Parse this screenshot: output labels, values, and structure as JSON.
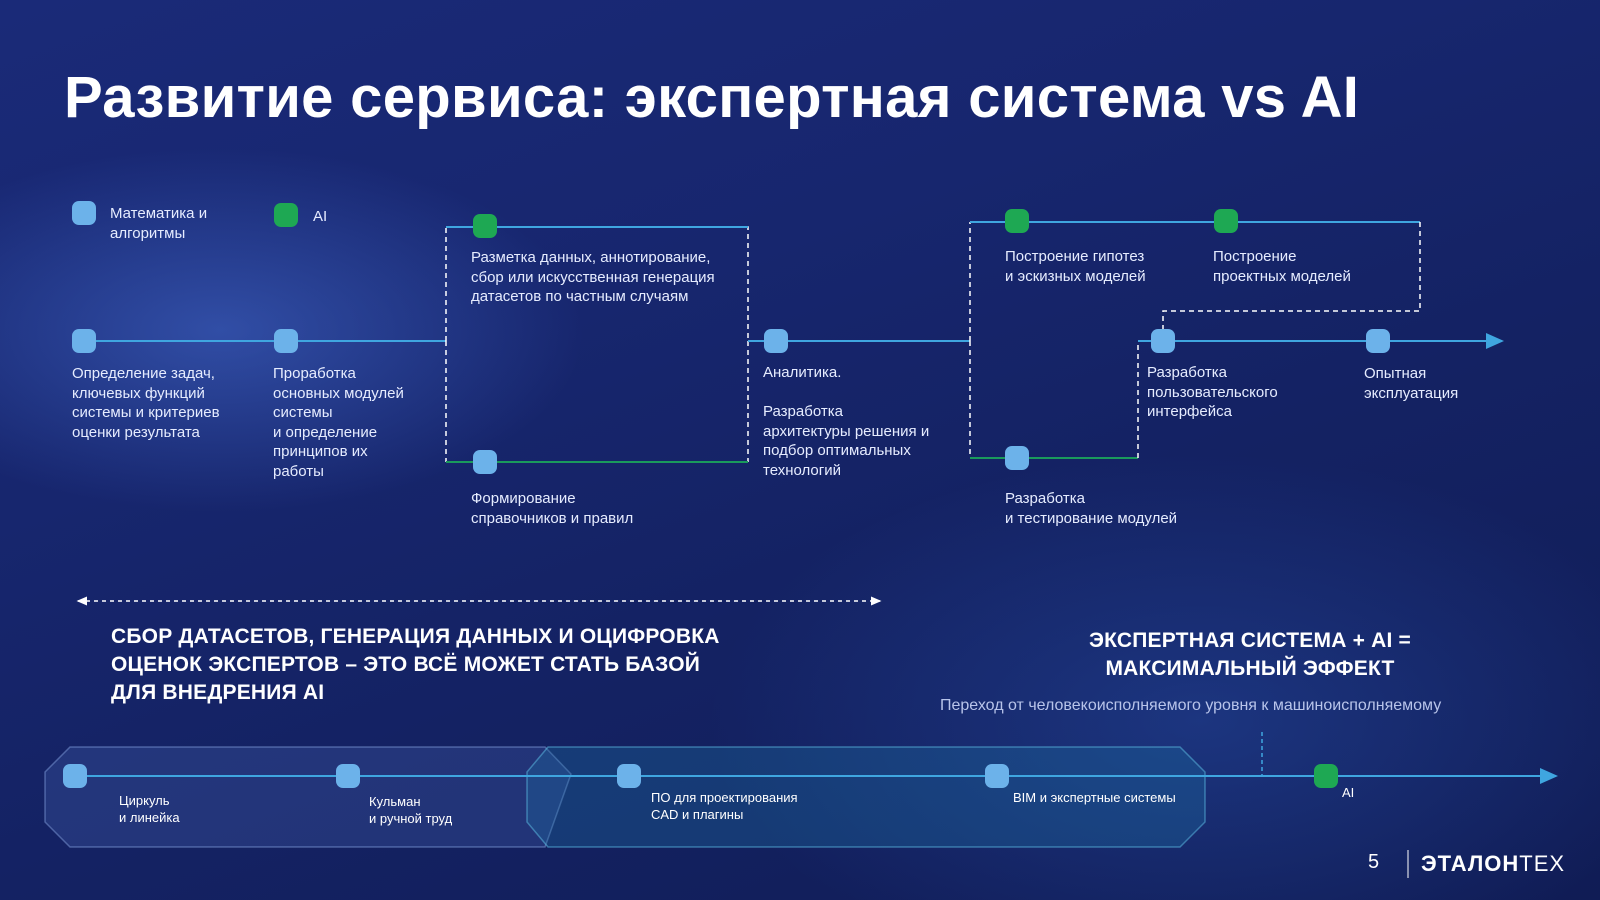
{
  "slide": {
    "title": "Развитие сервиса: экспертная система vs AI",
    "page_number": "5",
    "brand": {
      "bold": "ЭТАЛОН",
      "light": "ТЕХ"
    }
  },
  "legend": {
    "math": "Математика и\nалгоритмы",
    "ai": "AI"
  },
  "process": {
    "step_tasks": "Определение задач,\nключевых функций\nсистемы и критериев\nоценки результата",
    "step_modules": "Проработка\nосновных модулей\nсистемы\nи определение\nпринципов их\nработы",
    "step_markup": "Разметка данных, аннотирование,\nсбор или искусственная генерация\nдатасетов по частным случаям",
    "step_reference": "Формирование\nсправочников и правил",
    "step_analytics": "Аналитика.\n\nРазработка\nархитектуры решения и\nподбор оптимальных\nтехнологий",
    "step_hypothesis": "Построение гипотез\nи эскизных моделей",
    "step_design": "Построение\nпроектных моделей",
    "step_dev_test": "Разработка\nи тестирование модулей",
    "step_ui": "Разработка\nпользовательского\nинтерфейса",
    "step_trial": "Опытная\nэксплуатация"
  },
  "callouts": {
    "datasets": "СБОР ДАТАСЕТОВ, ГЕНЕРАЦИЯ ДАННЫХ И ОЦИФРОВКА\nОЦЕНОК ЭКСПЕРТОВ – ЭТО ВСЁ МОЖЕТ СТАТЬ БАЗОЙ\nДЛЯ ВНЕДРЕНИЯ AI",
    "expert_ai": "ЭКСПЕРТНАЯ СИСТЕМА + AI =\nМАКСИМАЛЬНЫЙ ЭФФЕКТ",
    "transition": "Переход от человекоисполняемого уровня к машиноисполняемому"
  },
  "evolution": {
    "compass": "Циркуль\nи линейка",
    "kulman": "Кульман\nи ручной труд",
    "cad": "ПО для проектирования\nCAD и плагины",
    "bim": "BIM и экспертные системы",
    "ai": "AI"
  },
  "colors": {
    "math_dot": "#6cb2ea",
    "ai_dot": "#1ea853",
    "line_blue": "#3fa6e0",
    "line_green": "#1a9a5c"
  }
}
